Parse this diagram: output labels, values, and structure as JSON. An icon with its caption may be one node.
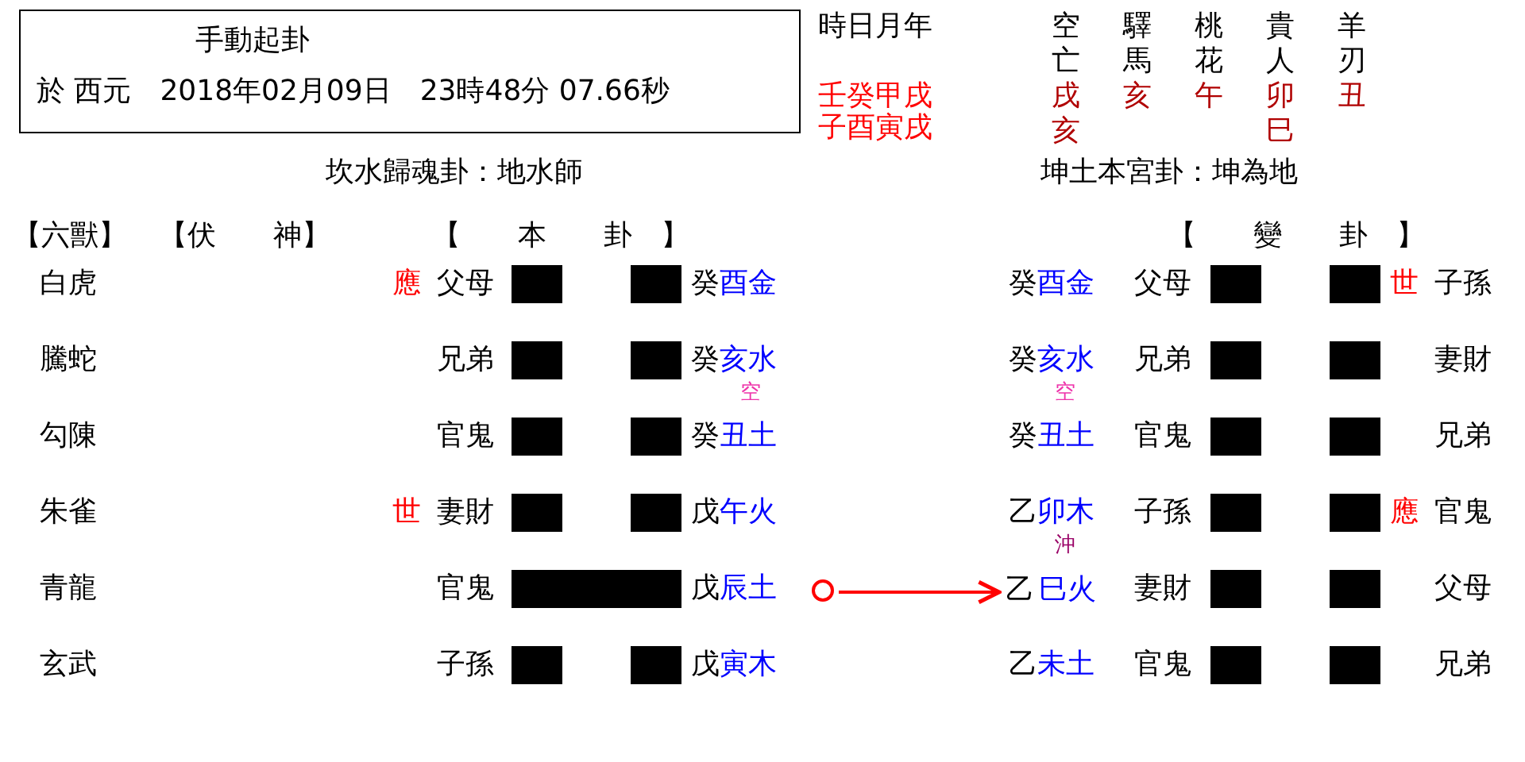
{
  "diagram": {
    "nodes": [
      {
        "text": [
          "手動起卦",
          "於 西元　2018年02月09日　23時48分 07.66秒"
        ]
      },
      {
        "text": [],
        "shape": "circle"
      },
      {
        "text": [
          "乙",
          "巳火"
        ]
      }
    ],
    "edges": [
      {
        "from": 1,
        "to": 2,
        "arrow": "to"
      }
    ],
    "labels": [
      "時日月年",
      "空亡",
      "驛馬",
      "桃花",
      "貴人",
      "羊刃",
      "壬癸甲戌",
      "子酉寅戌",
      "戌亥",
      "亥",
      "午",
      "卯巳",
      "丑",
      "坎水歸魂卦：地水師",
      "坤土本宮卦：坤為地",
      "【六獸】",
      "【伏　　神】",
      "【　　本　　卦　】",
      "【　　變　　卦　】",
      "白虎",
      "應",
      "父母",
      "癸",
      "酉金",
      "癸",
      "酉金",
      "父母",
      "世",
      "子孫",
      "騰蛇",
      "兄弟",
      "癸",
      "亥水",
      "空",
      "癸",
      "亥水",
      "空",
      "兄弟",
      "妻財",
      "勾陳",
      "官鬼",
      "癸",
      "丑土",
      "癸",
      "丑土",
      "官鬼",
      "兄弟",
      "朱雀",
      "世",
      "妻財",
      "戊",
      "午火",
      "乙",
      "卯木",
      "沖",
      "子孫",
      "應",
      "官鬼",
      "青龍",
      "官鬼",
      "戊",
      "辰土",
      "妻財",
      "父母",
      "玄武",
      "子孫",
      "戊",
      "寅木",
      "乙",
      "未土",
      "官鬼",
      "兄弟"
    ]
  }
}
